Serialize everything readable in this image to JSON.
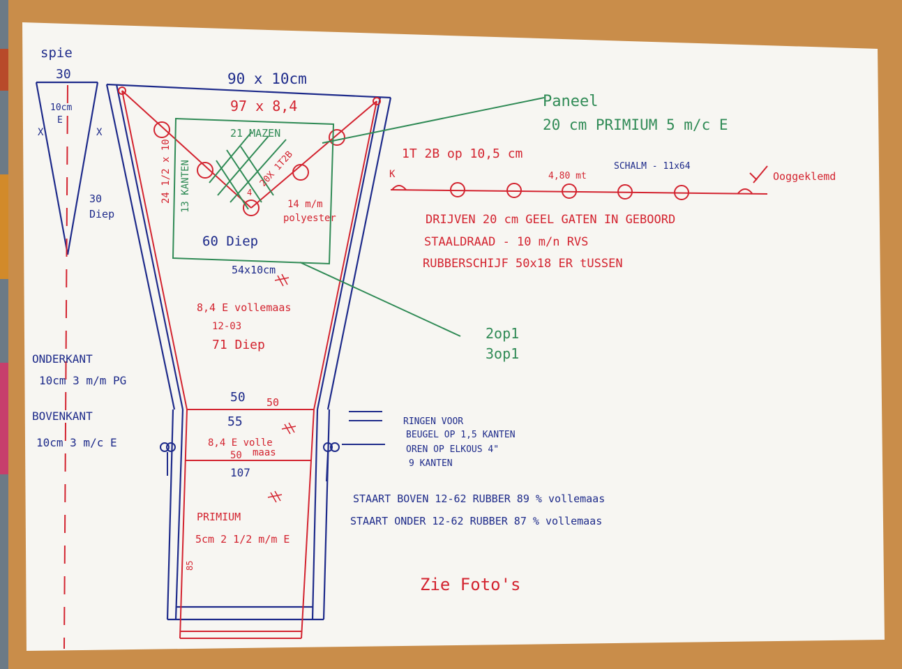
{
  "sketch": {
    "spie": {
      "title": "spie",
      "width": "30",
      "depth_label": "10cm\nE",
      "bottom_depth": "30\nDiep",
      "x1": "X",
      "x2": "X"
    },
    "top": {
      "size_blue": "90 x 10cm",
      "size_red": "97 x 8,4"
    },
    "panel": {
      "title": "Paneel",
      "spec": "20 cm PRIMIUM 5 m/c E",
      "mazen": "21 MAZEN",
      "kanten": "13 KANTEN",
      "side": "24 1/2 x 10",
      "diag": "20X 1T2B",
      "nr4": "4",
      "depth": "60 Diep",
      "polyester": "14 m/m\npolyester",
      "bottom": "54x10cm",
      "notes": [
        "2op1",
        "3op1"
      ]
    },
    "float_line": {
      "title": "1T 2B op 10,5 cm",
      "length": "4,80 mt",
      "schalm": "SCHALM - 11x64",
      "k": "K",
      "oog": "Ooggeklemd"
    },
    "floats": [
      "DRIJVEN 20 cm GEEL GATEN IN GEBOORD",
      "STAALDRAAD - 10 m/n RVS",
      "RUBBERSCHIJF 50x18 ER tUSSEN"
    ],
    "body": {
      "vollemaas": "8,4 E vollemaas",
      "code": "12-03",
      "depth": "71 Diep"
    },
    "onderkant": {
      "title": "ONDERKANT",
      "spec": "10cm 3 m/m PG"
    },
    "bovenkant": {
      "title": "BOVENKANT",
      "spec": "10cm 3 m/c E"
    },
    "neck": {
      "w_blue": "50",
      "w_red": "50",
      "w55": "55",
      "vollemaas": "8,4 E volle\nmaas",
      "w50": "50",
      "w107": "107",
      "ringen": [
        "RINGEN VOOR",
        "BEUGEL OP 1,5 KANTEN",
        "OREN OP    ELKOUS 4\"",
        "9 KANTEN"
      ]
    },
    "primium": {
      "title": "PRIMIUM",
      "spec": "5cm 2 1/2 m/m E",
      "side": "85"
    },
    "staart": [
      "STAART BOVEN   12-62  RUBBER   89 %  vollemaas",
      "STAART ONDER   12-62  RUBBER   87 %  vollemaas"
    ],
    "footer": "Zie   Foto's",
    "colors": {
      "blue": "#1d2a8a",
      "red": "#d3232f",
      "green": "#2f8a55"
    }
  }
}
